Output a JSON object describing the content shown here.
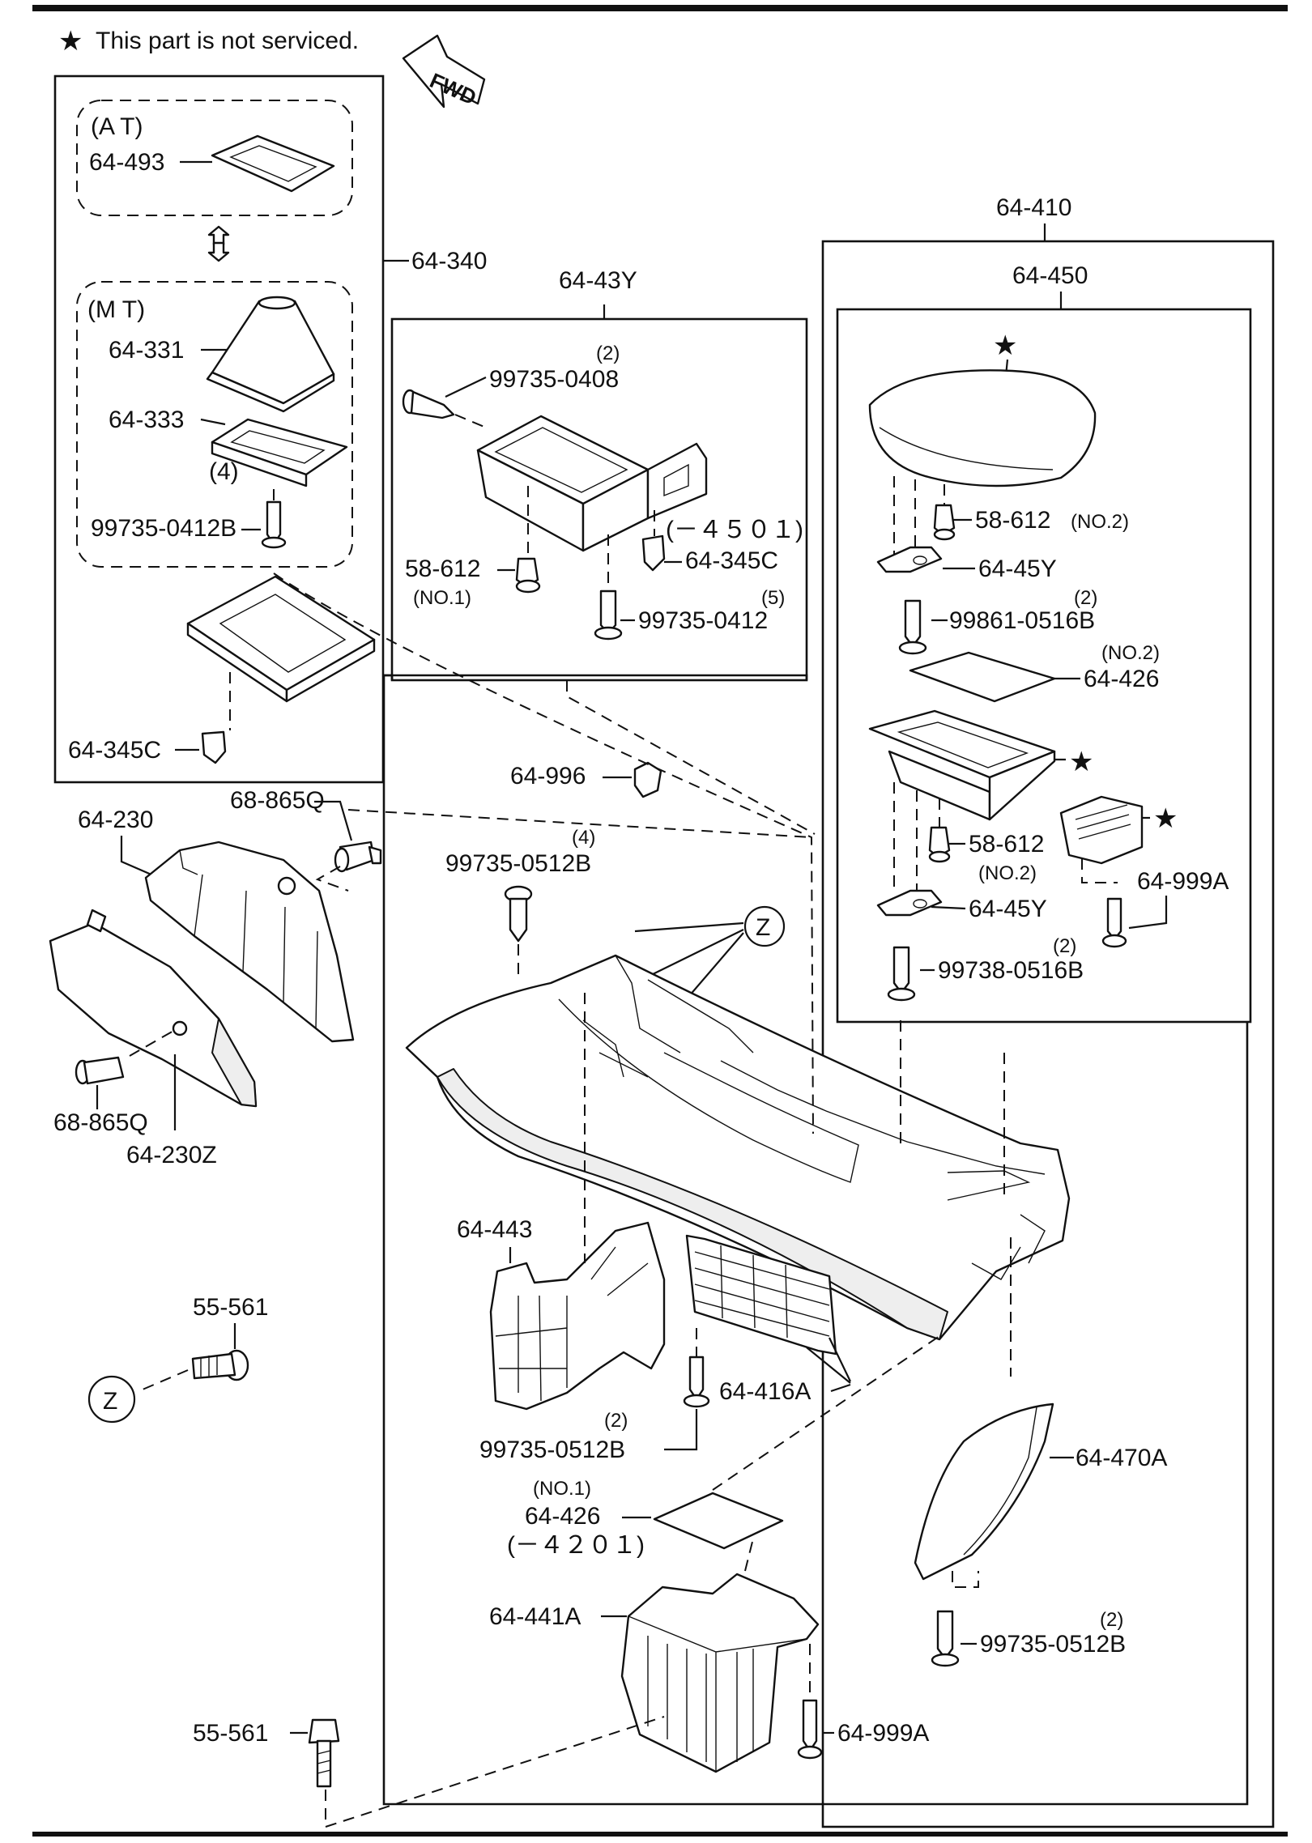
{
  "note": "This part is not serviced.",
  "fwd_label": "FWD",
  "groups": {
    "at": "(A T)",
    "mt": "(M T)"
  },
  "labels": {
    "p64_493": "64-493",
    "p64_331": "64-331",
    "p64_333": "64-333",
    "qty4_a": "(4)",
    "p99735_0412B": "99735-0412B",
    "p64_345C_left": "64-345C",
    "p64_340": "64-340",
    "p64_43Y": "64-43Y",
    "qty2_a": "(2)",
    "p99735_0408": "99735-0408",
    "range_4501": "(－４５０１)",
    "p64_345C_mid": "64-345C",
    "p58_612_a": "58-612",
    "no1_a": "(NO.1)",
    "qty5": "(5)",
    "p99735_0412": "99735-0412",
    "p64_410": "64-410",
    "p64_450": "64-450",
    "p58_612_b": "58-612",
    "no2_b": "(NO.2)",
    "p64_45Y_a": "64-45Y",
    "qty2_b": "(2)",
    "p99861_0516B": "99861-0516B",
    "no2_c": "(NO.2)",
    "p64_426_a": "64-426",
    "p58_612_c": "58-612",
    "no2_d": "(NO.2)",
    "p64_999A_a": "64-999A",
    "p64_45Y_b": "64-45Y",
    "qty2_c": "(2)",
    "p99738_0516B": "99738-0516B",
    "p64_996": "64-996",
    "qty4_b": "(4)",
    "p99735_0512B_a": "99735-0512B",
    "z_a": "Z",
    "p64_230": "64-230",
    "p68_865Q_a": "68-865Q",
    "p68_865Q_b": "68-865Q",
    "p64_230Z": "64-230Z",
    "p64_443": "64-443",
    "p55_561_a": "55-561",
    "z_b": "Z",
    "qty2_d": "(2)",
    "p99735_0512B_b": "99735-0512B",
    "p64_416A": "64-416A",
    "p64_470A": "64-470A",
    "no1_e": "(NO.1)",
    "p64_426_b": "64-426",
    "range_4201": "(－４２０１)",
    "p64_441A": "64-441A",
    "qty2_e": "(2)",
    "p99735_0512B_c": "99735-0512B",
    "p55_561_b": "55-561",
    "p64_999A_b": "64-999A"
  }
}
